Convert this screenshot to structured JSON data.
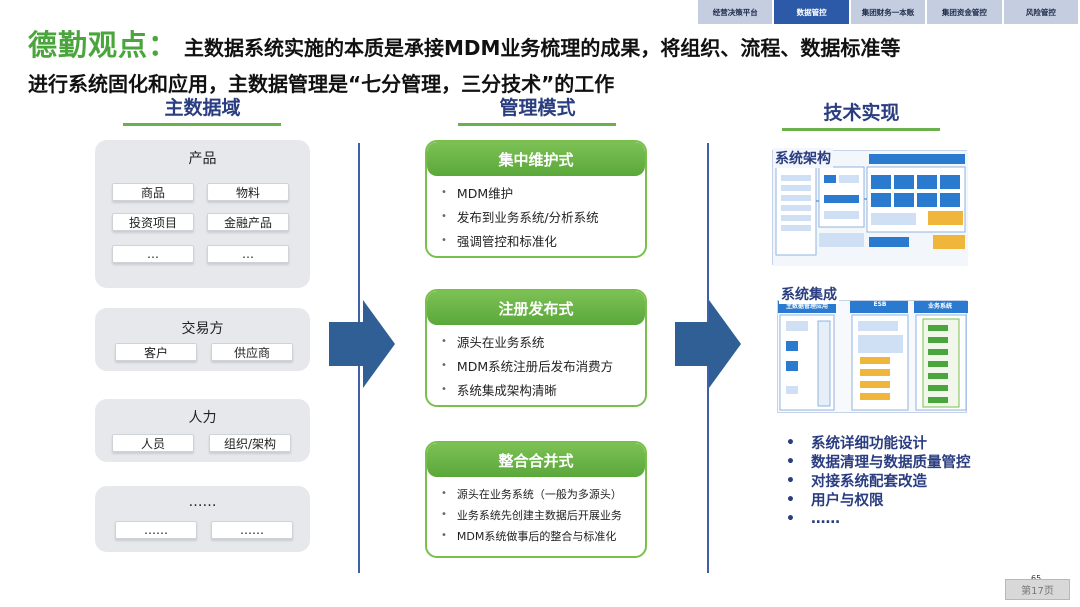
{
  "nav": {
    "tabs": [
      {
        "label": "经营决策平台",
        "active": false
      },
      {
        "label": "数据管控",
        "active": true
      },
      {
        "label": "集团财务一本账",
        "active": false
      },
      {
        "label": "集团资金管控",
        "active": false
      },
      {
        "label": "风险管控",
        "active": false
      }
    ]
  },
  "headline": {
    "brand": "德勤观点：",
    "line1": "主数据系统实施的本质是承接MDM业务梳理的成果，将组织、流程、数据标准等",
    "line2": "进行系统固化和应用，主数据管理是“七分管理，三分技术”的工作"
  },
  "sections": {
    "domain": "主数据域",
    "mode": "管理模式",
    "tech": "技术实现"
  },
  "domains": [
    {
      "title": "产品",
      "items": [
        "商品",
        "物料",
        "投资项目",
        "金融产品",
        "…",
        "…"
      ]
    },
    {
      "title": "交易方",
      "items": [
        "客户",
        "供应商"
      ]
    },
    {
      "title": "人力",
      "items": [
        "人员",
        "组织/架构"
      ]
    },
    {
      "title": "……",
      "items": [
        "……",
        "……"
      ]
    }
  ],
  "modes": [
    {
      "title": "集中维护式",
      "points": [
        "MDM维护",
        "发布到业务系统/分析系统",
        "强调管控和标准化"
      ]
    },
    {
      "title": "注册发布式",
      "points": [
        "源头在业务系统",
        "MDM系统注册后发布消费方",
        "系统集成架构清晰"
      ]
    },
    {
      "title": "整合合并式",
      "points": [
        "源头在业务系统（一般为多源头）",
        "业务系统先创建主数据后开展业务",
        "MDM系统做事后的整合与标准化"
      ]
    }
  ],
  "tech": {
    "architecture_label": "系统架构",
    "integration_label": "系统集成",
    "integration_col1": "ESB",
    "integration_col2": "业务系统",
    "integration_sub": "主数据管理应用",
    "bullets": [
      "系统详细功能设计",
      "数据清理与数据质量管控",
      "对接系统配套改造",
      "用户与权限",
      "……"
    ]
  },
  "page": {
    "number": "65",
    "badge": "第17页"
  },
  "colors": {
    "brand_green": "#4aa63c",
    "title_blue": "#2a3d80",
    "arrow_blue": "#2f5f94",
    "card_green": "#6ab04c"
  }
}
